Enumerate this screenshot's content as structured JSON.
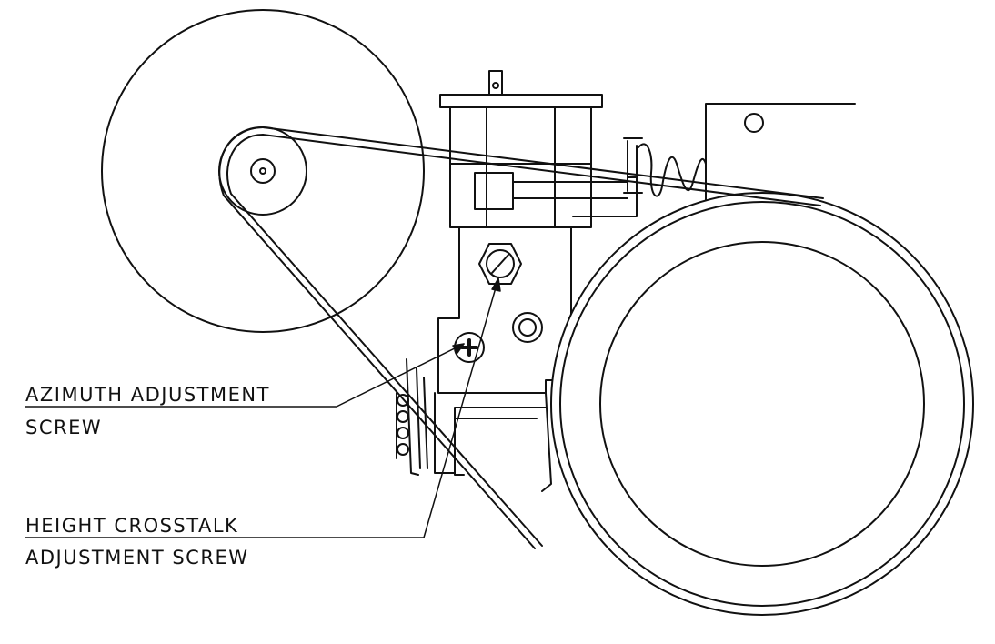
{
  "callouts": {
    "azimuth": {
      "line1": "AZIMUTH ADJUSTMENT",
      "line2": "SCREW"
    },
    "height_crosstalk": {
      "line1": "HEIGHT CROSSTALK",
      "line2": "ADJUSTMENT SCREW"
    }
  },
  "colors": {
    "ink": "#111111",
    "paper": "#ffffff"
  }
}
